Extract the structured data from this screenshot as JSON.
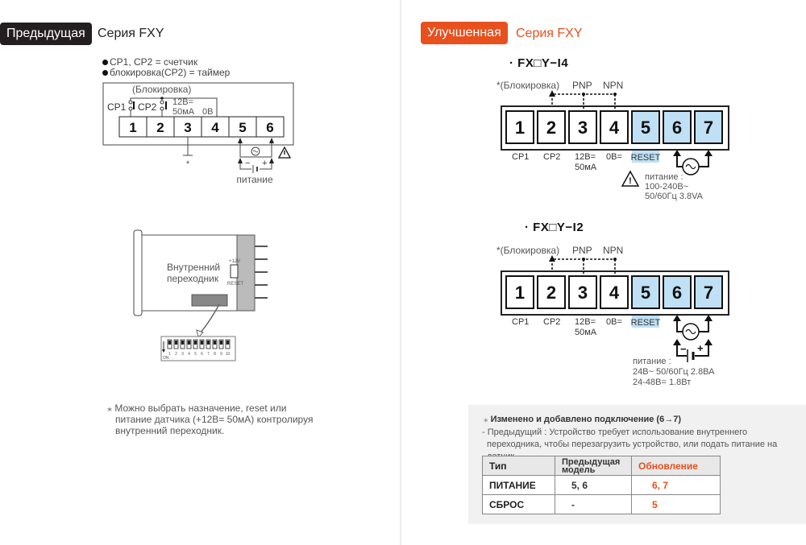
{
  "left": {
    "badge": "Предыдущая",
    "series": "Серия FXY",
    "legend": [
      "CP1, CP2 = счетчик",
      "блокировка(CP2) = таймер"
    ],
    "diagram": {
      "lock_label": "(Блокировка)",
      "cp1": "CP1",
      "cp2": "CP2",
      "terminals": [
        "1",
        "2",
        "3",
        "4",
        "5",
        "6"
      ],
      "sensor_power_line1": "12В=",
      "sensor_power_line2": "50мА",
      "zero_volt": "0В",
      "asterisk": "*",
      "minus": "−",
      "plus": "+",
      "power_label": "питание"
    },
    "device": {
      "label_line1": "Внутренний",
      "label_line2": "переходник",
      "jumper_top": "+12V",
      "jumper_bottom": "RESET",
      "dip_numbers": [
        "1",
        "2",
        "3",
        "4",
        "5",
        "6",
        "7",
        "8",
        "9",
        "10"
      ],
      "dip_on": "ON"
    },
    "note": {
      "line1": "Можно выбрать назначение, reset или",
      "line2": "питание датчика (+12В= 50мА) контролируя",
      "line3": "внутренний переходник."
    }
  },
  "right": {
    "badge": "Улучшенная",
    "series": "Серия FXY",
    "models": [
      {
        "title": "· FX□Y−I4",
        "lock_label": "*(Блокировка)",
        "pnp": "PNP",
        "npn": "NPN",
        "terminals": [
          "1",
          "2",
          "3",
          "4",
          "5",
          "6",
          "7"
        ],
        "highlighted_terminals": [
          "5",
          "6",
          "7"
        ],
        "labels": [
          "CP1",
          "CP2",
          "12В=",
          "0В=",
          "RESET"
        ],
        "sensor_current": "50мА",
        "power_title": "питание :",
        "power_line1": "100-240В~",
        "power_line2": "50/60Гц 3.8VA"
      },
      {
        "title": "· FX□Y−I2",
        "lock_label": "*(Блокировка)",
        "pnp": "PNP",
        "npn": "NPN",
        "terminals": [
          "1",
          "2",
          "3",
          "4",
          "5",
          "6",
          "7"
        ],
        "highlighted_terminals": [
          "5",
          "6",
          "7"
        ],
        "labels": [
          "CP1",
          "CP2",
          "12В=",
          "0В=",
          "RESET"
        ],
        "sensor_current": "50мА",
        "power_title": "питание :",
        "power_line1": "24В~ 50/60Гц 2.8ВА",
        "power_line2": "24-48В= 1.8Вт",
        "minus": "−",
        "plus": "+"
      }
    ],
    "info": {
      "heading": "Изменено и добавлено подключение (6→7)",
      "text_line1": "- Предыдущий :  Устройство требует использование внутреннего",
      "text_line2": "переходника, чтобы перезагрузить устройство, или подать питание на датчик.",
      "table": {
        "headers": [
          "Тип",
          "Предыдущая модель",
          "Обновление"
        ],
        "header_prev_line1": "Предыдущая",
        "header_prev_line2": "модель",
        "rows": [
          {
            "type": "ПИТАНИЕ",
            "previous": "5, 6",
            "updated": "6, 7"
          },
          {
            "type": "СБРОС",
            "previous": "-",
            "updated": "5"
          }
        ]
      }
    }
  },
  "colors": {
    "accent_orange": "#e8501d",
    "dark_badge": "#231f20",
    "terminal_highlight": "#bfe0f5",
    "info_background": "#f1f1f1"
  }
}
